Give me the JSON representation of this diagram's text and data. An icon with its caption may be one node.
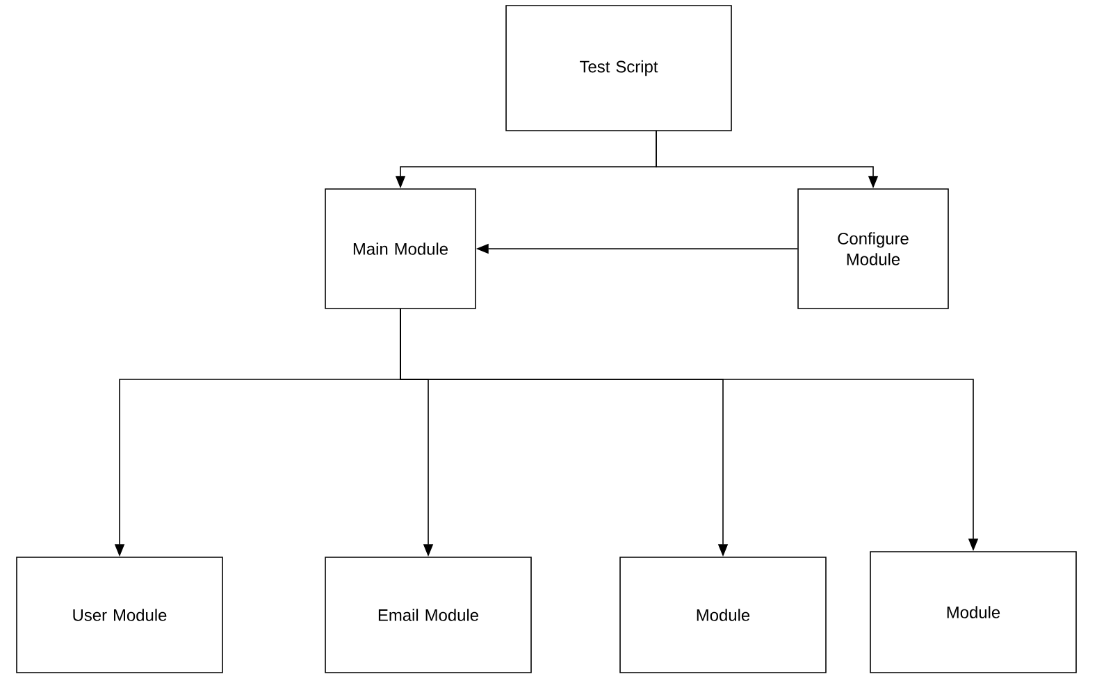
{
  "diagram": {
    "nodes": [
      {
        "text": [
          "Test Script"
        ]
      },
      {
        "text": [
          "Main Module"
        ]
      },
      {
        "text": [
          "Configure Module"
        ]
      },
      {
        "text": [
          "User Module"
        ]
      },
      {
        "text": [
          "Email Module"
        ]
      },
      {
        "text": [
          "Module"
        ]
      },
      {
        "text": [
          "Module"
        ]
      }
    ],
    "edges": [
      {
        "from": 0,
        "to": 1,
        "arrow": "to"
      },
      {
        "from": 0,
        "to": 2,
        "arrow": "to"
      },
      {
        "from": 2,
        "to": 1,
        "arrow": "to"
      },
      {
        "from": 1,
        "to": 3,
        "arrow": "to"
      },
      {
        "from": 1,
        "to": 4,
        "arrow": "to"
      },
      {
        "from": 1,
        "to": 5,
        "arrow": "to"
      },
      {
        "from": 1,
        "to": 6,
        "arrow": "to"
      }
    ]
  }
}
